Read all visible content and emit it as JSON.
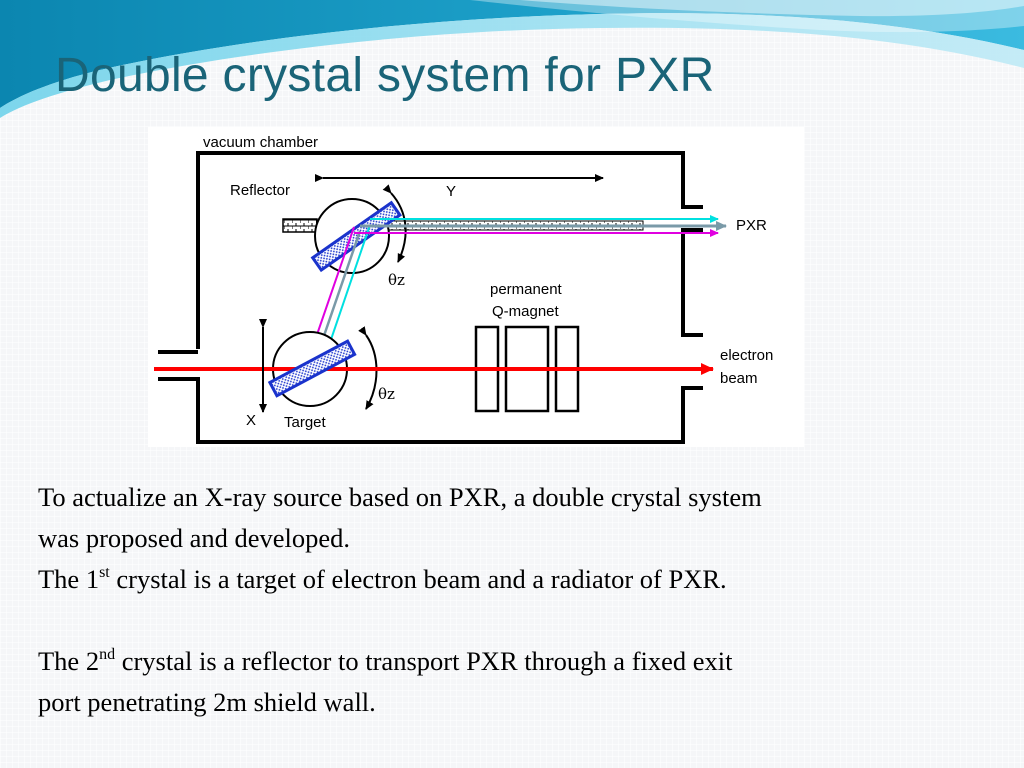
{
  "slide": {
    "title": "Double crystal system for PXR"
  },
  "diagram": {
    "labels": {
      "vacuum_chamber": "vacuum chamber",
      "reflector": "Reflector",
      "y_axis": "Y",
      "pxr": "PXR",
      "theta_top": "θz",
      "permanent": "permanent",
      "q_magnet": "Q-magnet",
      "electron": "electron",
      "beam": "beam",
      "theta_bottom": "θz",
      "x_axis": "X",
      "target": "Target"
    },
    "colors": {
      "electron_beam": "#ff0000",
      "ray_cyan": "#00e0e0",
      "ray_magenta": "#e000e0",
      "ray_gray": "#7a9aa8",
      "crystal_fill": "#1a33cc",
      "panel_bg": "#ffffff"
    }
  },
  "body": {
    "p1_line1": "To actualize an X-ray source based on PXR, a double crystal system",
    "p1_line2": "was proposed and developed.",
    "p2_pre": "The 1",
    "p2_sup": "st",
    "p2_post": " crystal is a target of electron beam and a radiator of PXR.",
    "p3_pre": "The 2",
    "p3_sup": "nd",
    "p3_post": " crystal is a reflector to transport PXR through a fixed exit",
    "p3_line2": "port penetrating 2m shield wall."
  },
  "theme": {
    "title_color": "#1a6478",
    "wave_dark": "#0f8fb5",
    "wave_light": "#5ec8e2"
  }
}
